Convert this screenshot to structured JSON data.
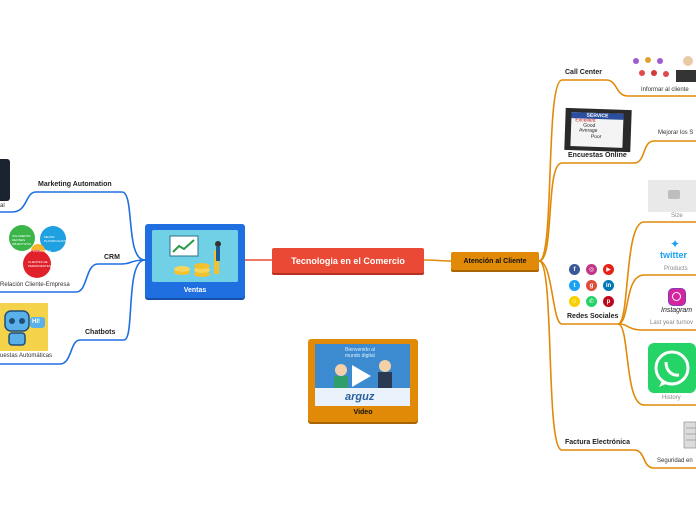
{
  "central": {
    "label": "Tecnologia en el Comercio"
  },
  "ventas": {
    "label": "Ventas",
    "children": [
      {
        "label": "Marketing Automation",
        "leaf": "al"
      },
      {
        "label": "CRM",
        "leaf": "Relación Cliente-Empresa",
        "bubbles": [
          "SOLAMENTE DEFINES OBJECTIVOS",
          "MEJOR PLANIFICACION",
          "CONSULTAS",
          "CLIENTES DE PERMANENTES"
        ]
      },
      {
        "label": "Chatbots",
        "leaf": "uestas Automáticas",
        "badge": "HI!"
      }
    ]
  },
  "video": {
    "label": "Video",
    "banner": "Bienvenido al mundo digital",
    "brand": "arguz"
  },
  "atencion": {
    "label": "Atención al Cliente",
    "children": [
      {
        "label": "Call Center",
        "leaf": "Informar al cliente"
      },
      {
        "label": "Encuestas Online",
        "leaf": "Mejorar los S",
        "card_lines": [
          "SERVICE",
          "Excellent",
          "Good",
          "Average",
          "Poor"
        ]
      },
      {
        "label": "Redes Sociales",
        "leaves": [
          "Size",
          "Products",
          "Last year turnov",
          "History"
        ],
        "brands": [
          "twitter",
          "Instagram"
        ]
      },
      {
        "label": "Factura Electrónica",
        "leaf": "Seguridad en"
      }
    ]
  },
  "colors": {
    "central": "#ea4a35",
    "ventas": "#1f6fe0",
    "atencion": "#e08a08",
    "video": "#e08a08"
  },
  "icons": [
    "facebook-icon",
    "instagram-icon",
    "youtube-icon",
    "twitter-icon",
    "google-plus-icon",
    "linkedin-icon",
    "snapchat-icon",
    "whatsapp-icon",
    "pinterest-icon",
    "camera-icon",
    "play-icon"
  ]
}
